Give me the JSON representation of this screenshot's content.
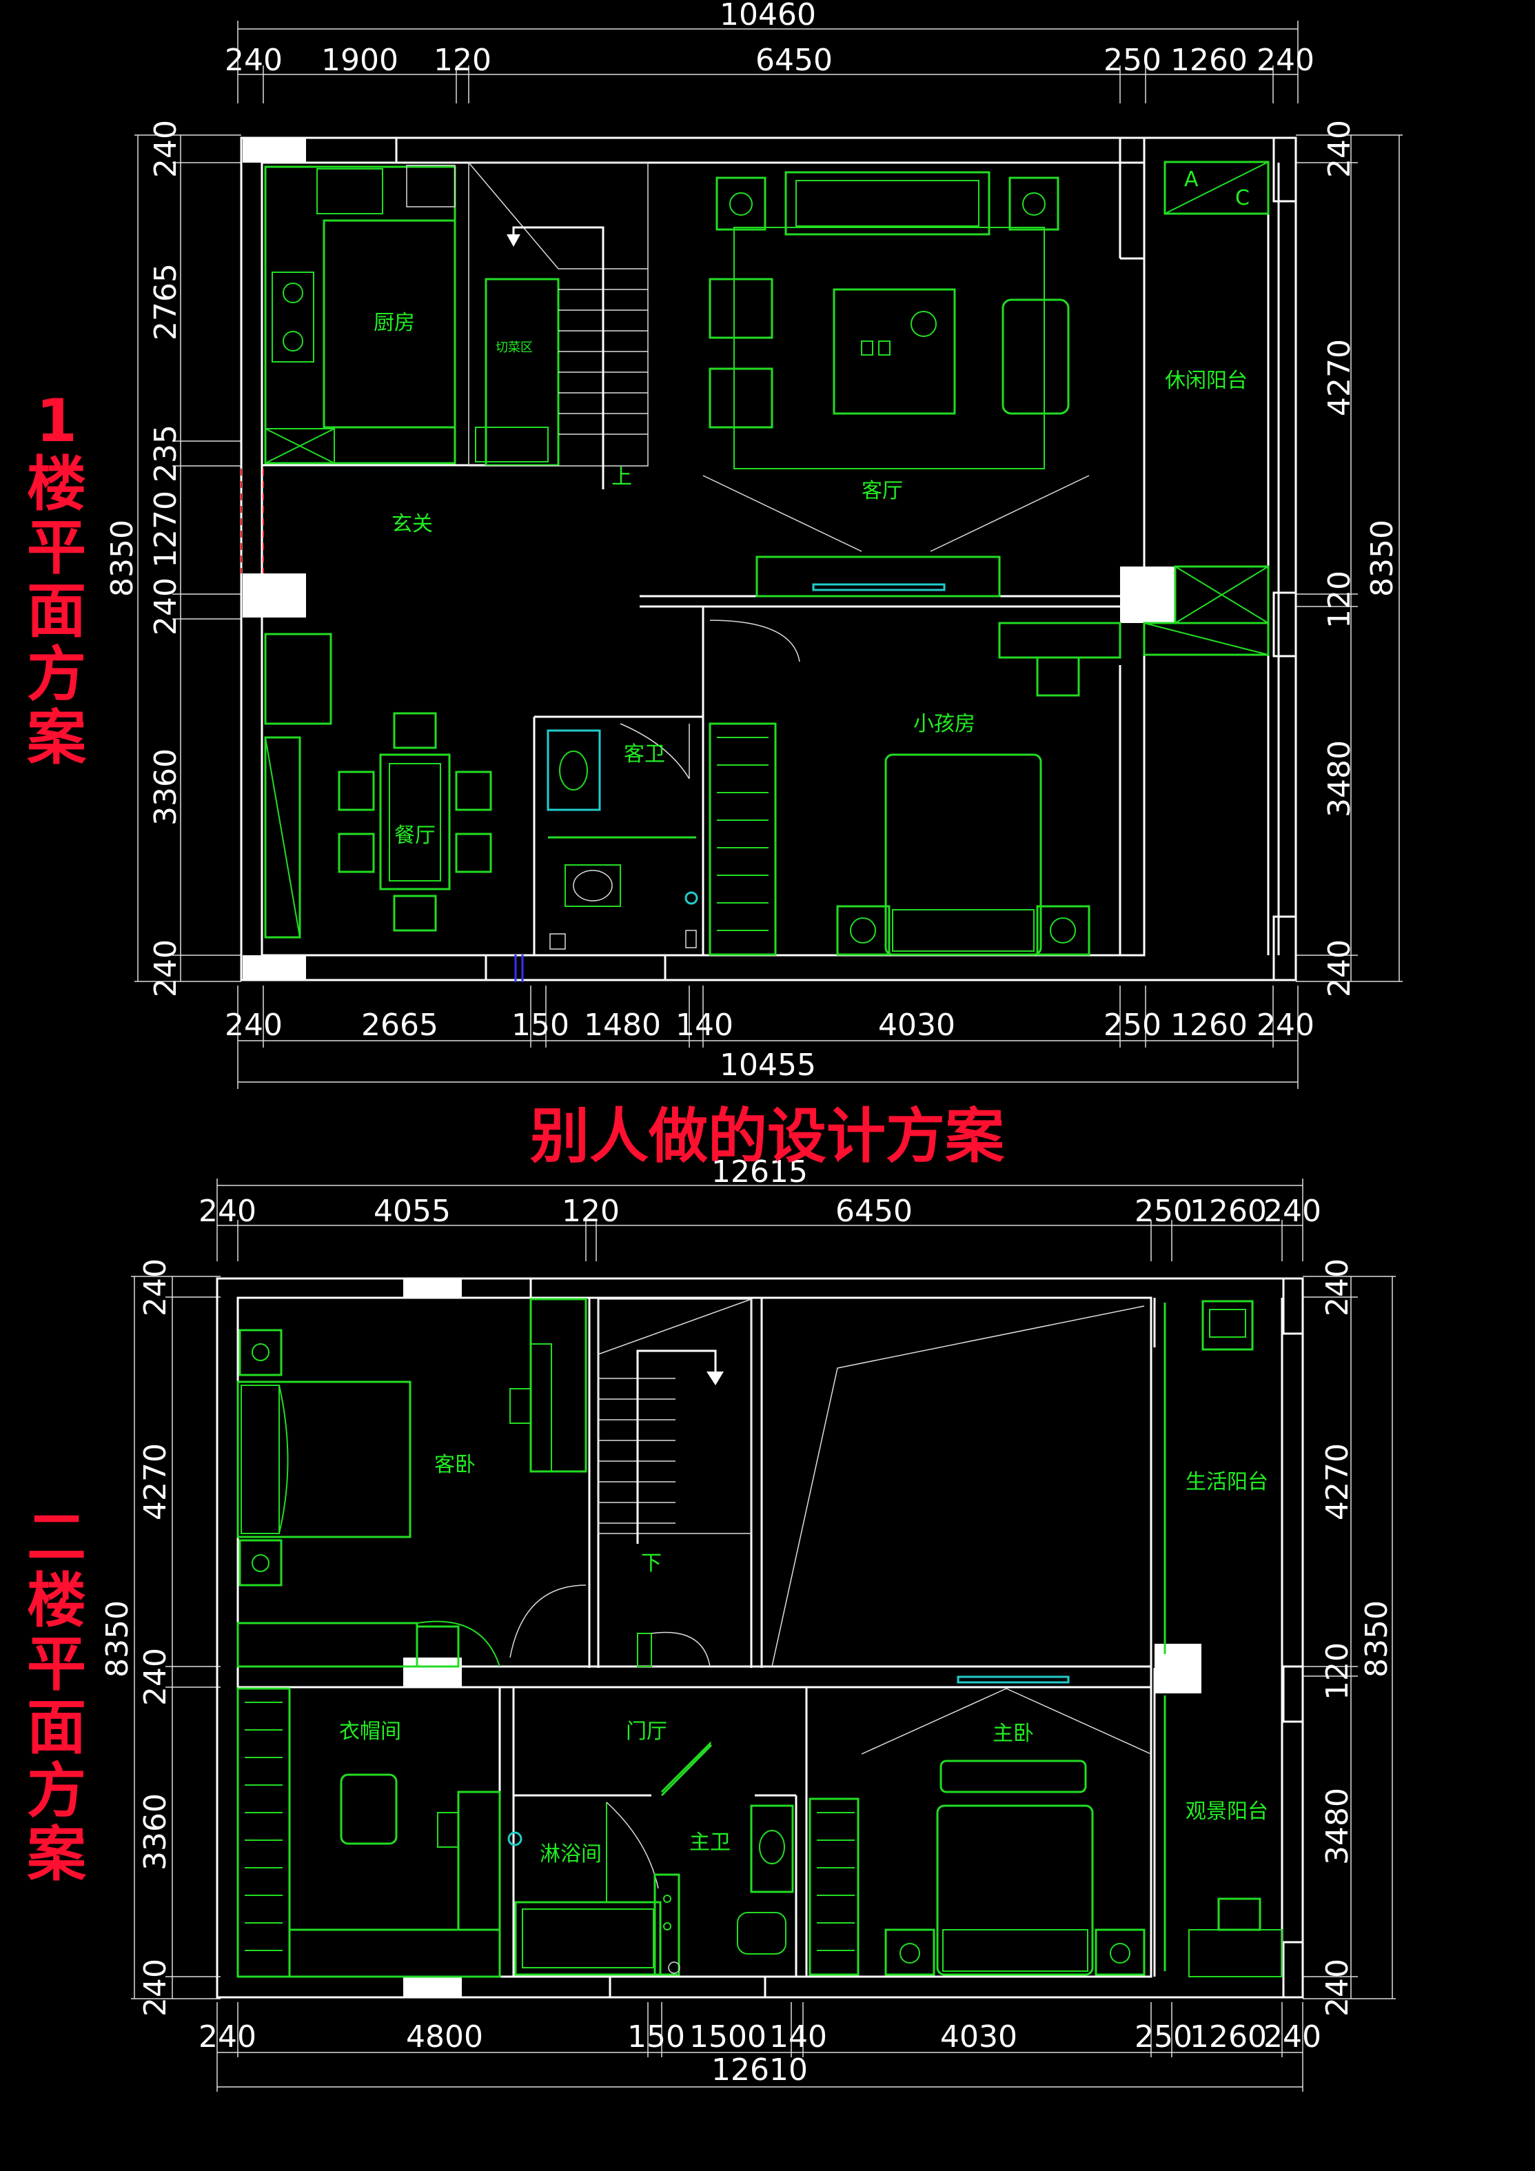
{
  "labels": {
    "floor1_title": "1楼平面方案",
    "floor2_title": "二楼平面方案",
    "center_title": "别人做的设计方案",
    "up_mark": "上",
    "down_mark": "下",
    "cabinet_ac_a": "A",
    "cabinet_ac_c": "C"
  },
  "floor1": {
    "top_total": "10460",
    "top_dims": [
      "240",
      "1900",
      "120",
      "6450",
      "250",
      "1260",
      "240"
    ],
    "bottom_total": "10455",
    "bottom_dims": [
      "240",
      "2665",
      "150",
      "1480",
      "140",
      "4030",
      "250",
      "1260",
      "240"
    ],
    "left_total": "8350",
    "left_dims": [
      "240",
      "2765",
      "235",
      "1270",
      "240",
      "3360",
      "240"
    ],
    "right_total": "8350",
    "right_dims": [
      "240",
      "4270",
      "120",
      "3480",
      "240"
    ],
    "rooms": {
      "kitchen": "厨房",
      "prep_area": "切菜区",
      "living": "客厅",
      "leisure_balcony": "休闲阳台",
      "entrance": "玄关",
      "guest_bath": "客卫",
      "kids_room": "小孩房",
      "dining": "餐厅"
    }
  },
  "floor2": {
    "top_total": "12615",
    "top_dims": [
      "240",
      "4055",
      "120",
      "6450",
      "250",
      "1260",
      "240"
    ],
    "bottom_total": "12610",
    "bottom_dims": [
      "240",
      "4800",
      "150",
      "1500",
      "140",
      "4030",
      "250",
      "1260",
      "240"
    ],
    "left_total": "8350",
    "left_dims": [
      "240",
      "4270",
      "240",
      "3360",
      "240"
    ],
    "right_total": "8350",
    "right_dims": [
      "240",
      "4270",
      "120",
      "3480",
      "240"
    ],
    "rooms": {
      "guest_bedroom": "客卧",
      "utility_balcony": "生活阳台",
      "cloakroom": "衣帽间",
      "foyer": "门厅",
      "master_bedroom": "主卧",
      "view_balcony": "观景阳台",
      "shower": "淋浴间",
      "master_bath": "主卫"
    }
  },
  "colors": {
    "background": "#000000",
    "wall": "#ffffff",
    "furniture": "#22dd22",
    "fixture": "#22cccc",
    "title": "#ff1030"
  }
}
